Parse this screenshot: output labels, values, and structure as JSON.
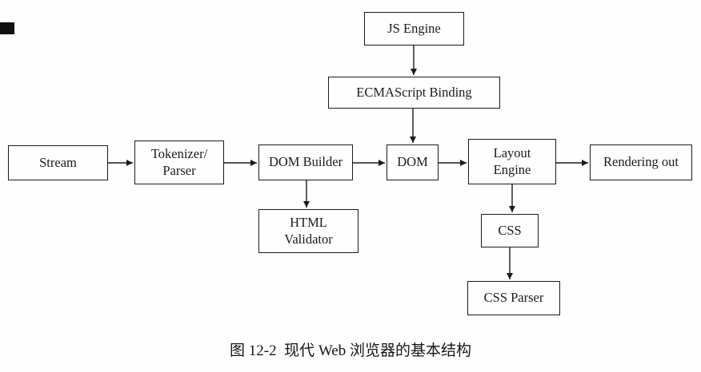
{
  "figure": {
    "caption": "图 12-2  现代 Web 浏览器的基本结构"
  },
  "colors": {
    "ink": "#1b1b1b",
    "background": "#fefefe"
  },
  "nodes": {
    "js_engine": {
      "label": "JS Engine"
    },
    "ecmascript_binding": {
      "label": "ECMAScript Binding"
    },
    "stream": {
      "label": "Stream"
    },
    "tokenizer_parser": {
      "label": "Tokenizer/\nParser"
    },
    "dom_builder": {
      "label": "DOM Builder"
    },
    "dom": {
      "label": "DOM"
    },
    "layout_engine": {
      "label": "Layout\nEngine"
    },
    "rendering_out": {
      "label": "Rendering out"
    },
    "html_validator": {
      "label": "HTML\nValidator"
    },
    "css": {
      "label": "CSS"
    },
    "css_parser": {
      "label": "CSS Parser"
    }
  },
  "edges": [
    {
      "from": "js_engine",
      "to": "ecmascript_binding"
    },
    {
      "from": "ecmascript_binding",
      "to": "dom"
    },
    {
      "from": "stream",
      "to": "tokenizer_parser"
    },
    {
      "from": "tokenizer_parser",
      "to": "dom_builder"
    },
    {
      "from": "dom_builder",
      "to": "dom"
    },
    {
      "from": "dom",
      "to": "layout_engine"
    },
    {
      "from": "layout_engine",
      "to": "rendering_out"
    },
    {
      "from": "dom_builder",
      "to": "html_validator"
    },
    {
      "from": "layout_engine",
      "to": "css"
    },
    {
      "from": "css",
      "to": "css_parser"
    }
  ]
}
